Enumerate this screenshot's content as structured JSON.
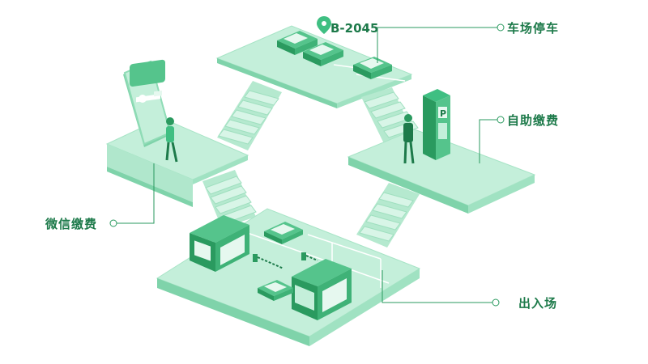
{
  "labels": {
    "parking": "车场停车",
    "self_pay": "自助缴费",
    "wechat_pay": "微信缴费",
    "entry_exit": "出入场"
  },
  "plate": "B-2045",
  "colors": {
    "platform_top": "#c4efda",
    "platform_side": "#8fdcb6",
    "accent": "#1d7a4a",
    "mid": "#3fbf82",
    "light": "#e6f8ef",
    "line": "#2a9a5f"
  },
  "icons": [
    "location-pin-icon",
    "phone-icon",
    "parking-sign-icon",
    "car-icon",
    "booth-icon",
    "barrier-gate-icon",
    "person-icon"
  ]
}
